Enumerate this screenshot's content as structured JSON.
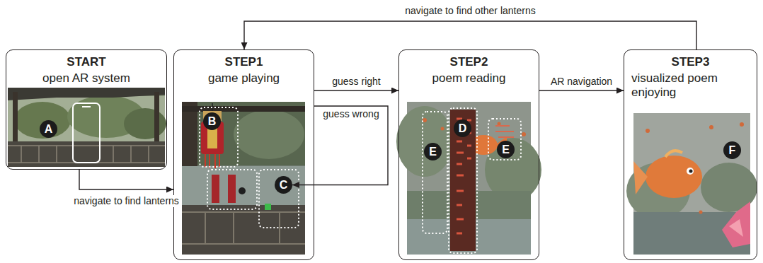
{
  "diagram": {
    "nodes": [
      {
        "text": [
          "START",
          "open AR system"
        ]
      },
      {
        "text": [
          "A"
        ],
        "in": 0
      },
      {
        "text": [
          "STEP1",
          "game playing"
        ]
      },
      {
        "text": [
          "B"
        ],
        "in": 2
      },
      {
        "text": [
          "C"
        ],
        "in": 2
      },
      {
        "text": [
          "STEP2",
          "poem reading"
        ]
      },
      {
        "text": [
          "D"
        ],
        "in": 5
      },
      {
        "text": [
          "E"
        ],
        "in": 5
      },
      {
        "text": [
          "E"
        ],
        "in": 5
      },
      {
        "text": [
          "STEP3",
          "visualized poem enjoying"
        ]
      },
      {
        "text": [
          "F"
        ],
        "in": 9
      }
    ],
    "edges": [
      {
        "from": 0,
        "to": 2,
        "arrow": "to",
        "label": "navigate to find lanterns"
      },
      {
        "from": 2,
        "to": 5,
        "arrow": "to",
        "label": "guess right"
      },
      {
        "from": 2,
        "to": 4,
        "arrow": "to",
        "label": "guess wrong"
      },
      {
        "from": 5,
        "to": 9,
        "arrow": "to",
        "label": "AR navigation"
      },
      {
        "from": 9,
        "to": 2,
        "arrow": "to",
        "label": "navigate to find other lanterns"
      }
    ]
  }
}
